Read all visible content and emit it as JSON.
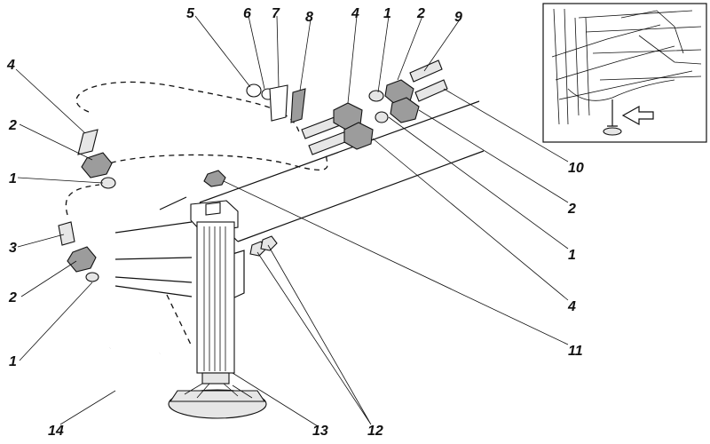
{
  "callouts": {
    "c5": "5",
    "c6": "6",
    "c7": "7",
    "c8": "8",
    "c4_top": "4",
    "c1_top": "1",
    "c2_top": "2",
    "c9": "9",
    "c4_left": "4",
    "c2_left_a": "2",
    "c1_left_a": "1",
    "c3": "3",
    "c2_left_b": "2",
    "c1_left_b": "1",
    "c14": "14",
    "c13": "13",
    "c12": "12",
    "c10": "10",
    "c2_right": "2",
    "c1_right": "1",
    "c4_right": "4",
    "c11": "11"
  },
  "colors": {
    "ink": "#111111",
    "fill_light": "#e6e6e6",
    "fill_dark": "#9c9c9c",
    "background": "#ffffff"
  }
}
